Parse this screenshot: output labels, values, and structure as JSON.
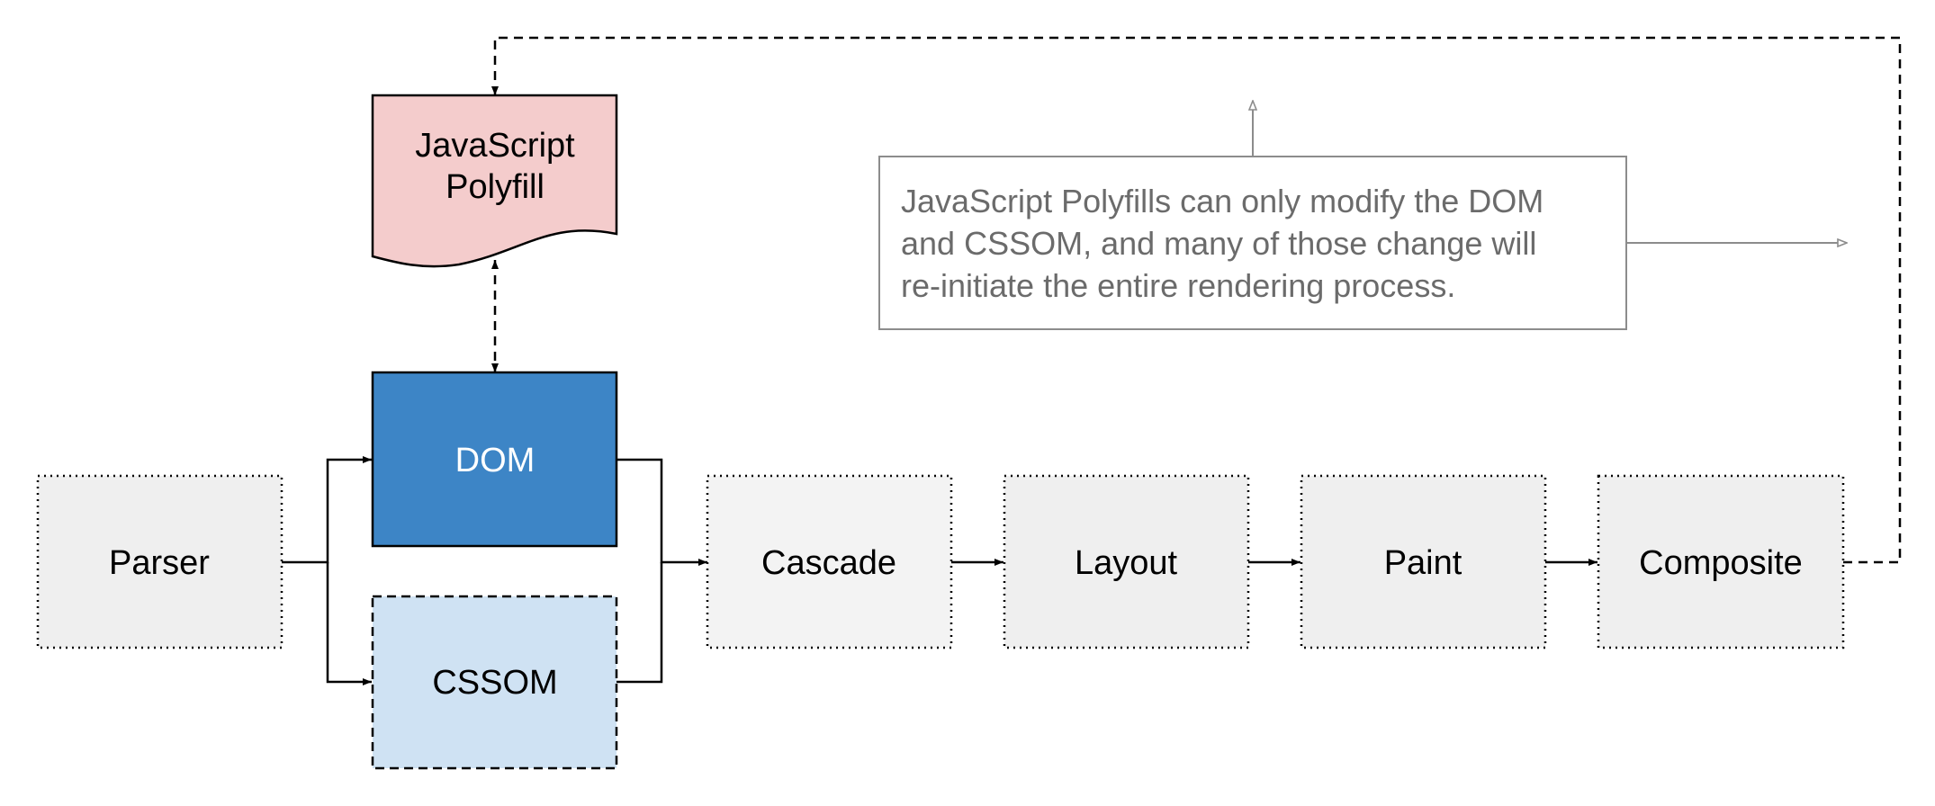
{
  "diagram": {
    "nodes": {
      "polyfill": {
        "line1": "JavaScript",
        "line2": "Polyfill",
        "fill": "#f4cccc"
      },
      "dom": {
        "label": "DOM",
        "fill": "#3d85c6"
      },
      "cssom": {
        "label": "CSSOM",
        "fill": "#cfe2f3"
      },
      "parser": {
        "label": "Parser",
        "fill": "#efefef"
      },
      "cascade": {
        "label": "Cascade",
        "fill": "#f3f3f3"
      },
      "layout": {
        "label": "Layout",
        "fill": "#efefef"
      },
      "paint": {
        "label": "Paint",
        "fill": "#efefef"
      },
      "composite": {
        "label": "Composite",
        "fill": "#efefef"
      }
    },
    "note": {
      "line1": "JavaScript Polyfills can only modify the DOM",
      "line2": "and CSSOM, and many of those change will",
      "line3": "re-initiate the entire rendering process."
    }
  }
}
